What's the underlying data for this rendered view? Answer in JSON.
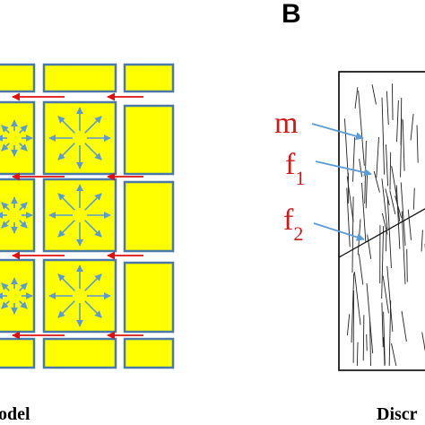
{
  "panel_b": {
    "letter": "B"
  },
  "captions": {
    "left": "odel",
    "right": "Discr"
  },
  "labels": {
    "m": "m",
    "f1_base": "f",
    "f1_sub": "1",
    "f2_base": "f",
    "f2_sub": "2"
  },
  "colors": {
    "block_fill": "#ffff00",
    "block_stroke": "#4a78a8",
    "flow_arrow": "#e01010",
    "internal_arrow": "#5b9bd5",
    "label_arrow": "#5b9bd5",
    "label_text": "#d01818"
  }
}
